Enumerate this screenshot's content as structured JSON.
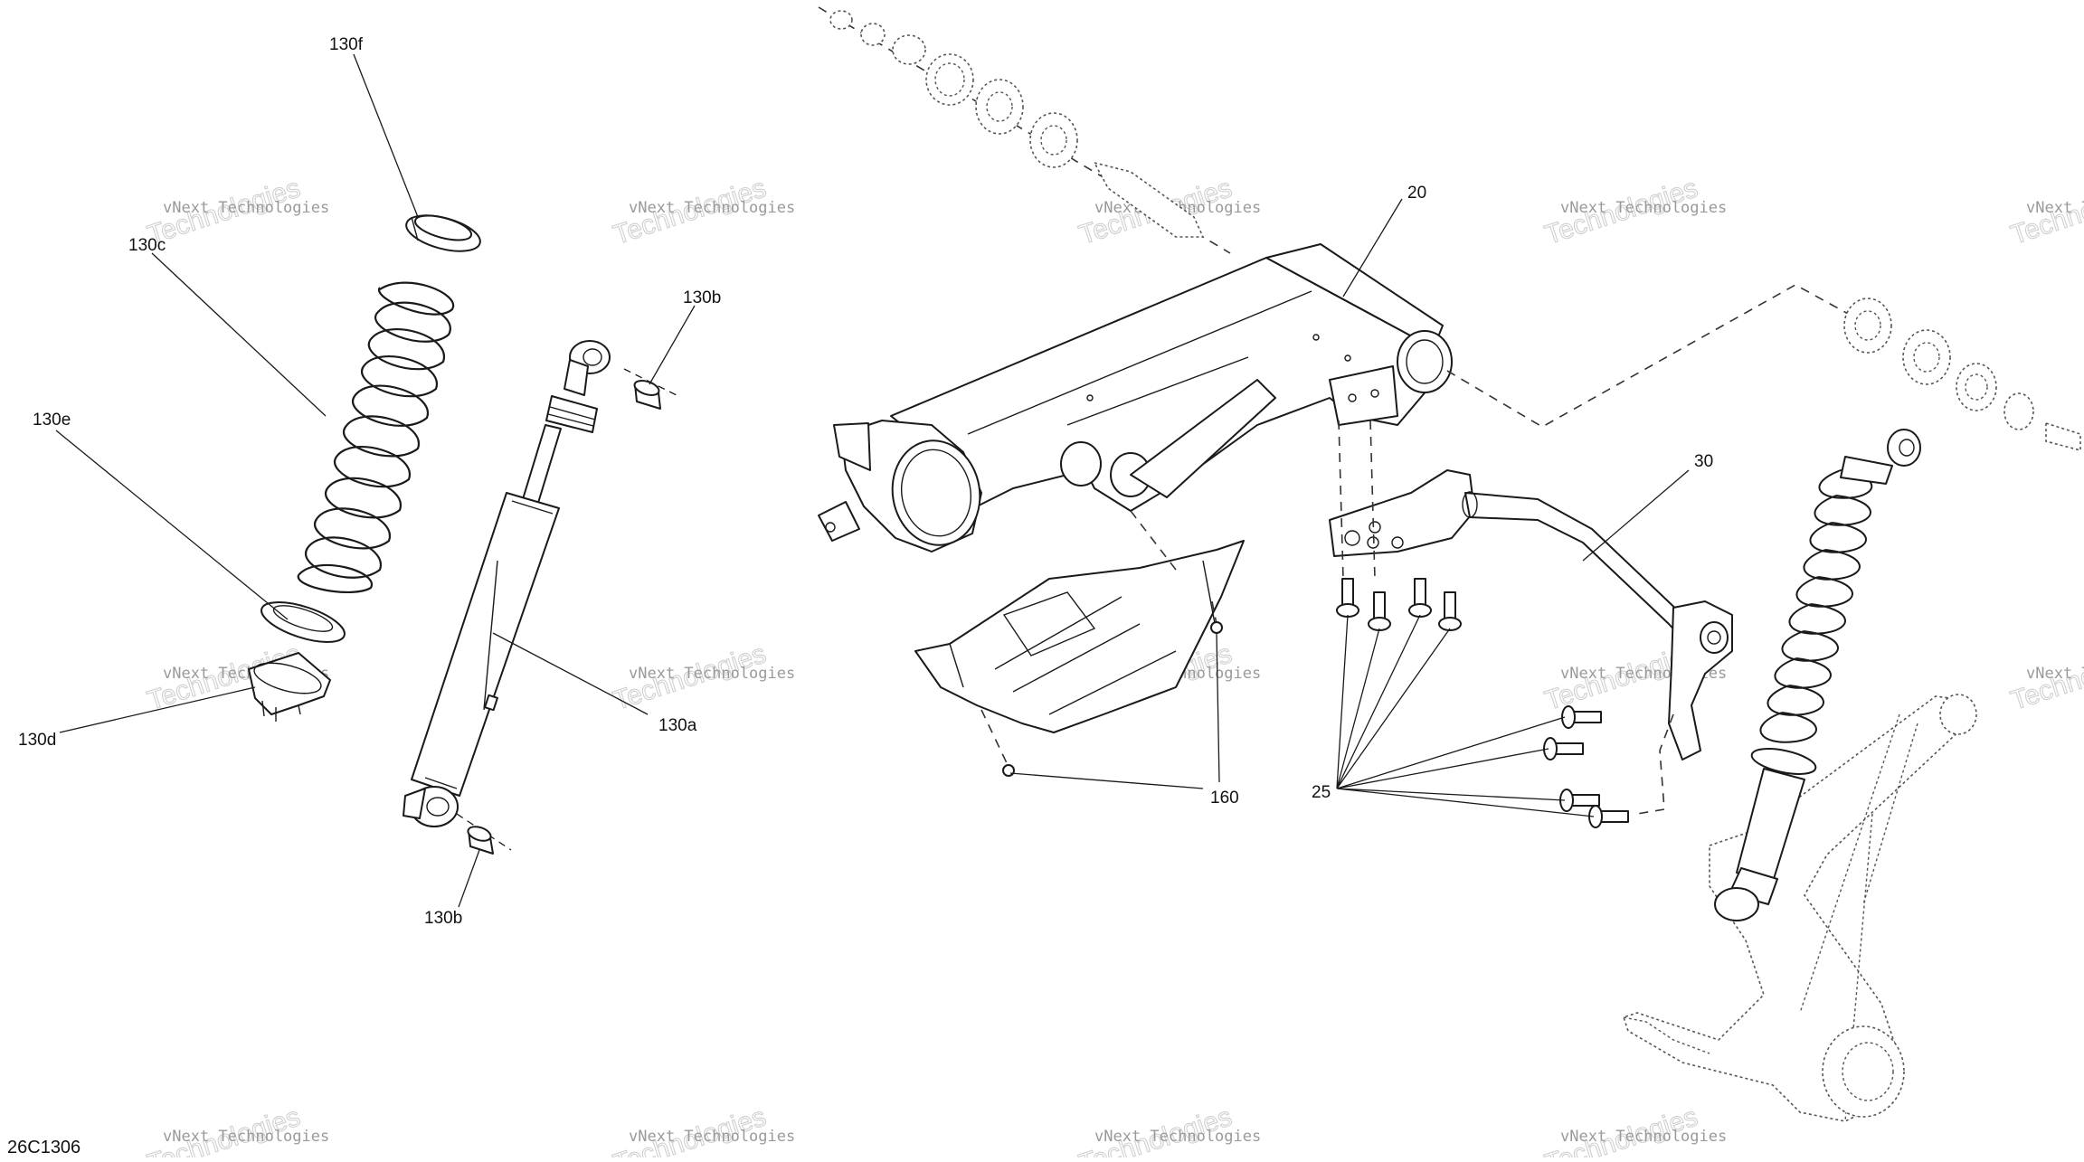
{
  "diagram": {
    "code": "26C1306",
    "watermark": {
      "line1": "vNext Technologies",
      "line2": "Technologies"
    },
    "callouts": {
      "c130f": "130f",
      "c130c": "130c",
      "c130b_top": "130b",
      "c130e": "130e",
      "c130d": "130d",
      "c130a": "130a",
      "c130b_bottom": "130b",
      "c20": "20",
      "c30": "30",
      "c160": "160",
      "c25": "25"
    }
  }
}
